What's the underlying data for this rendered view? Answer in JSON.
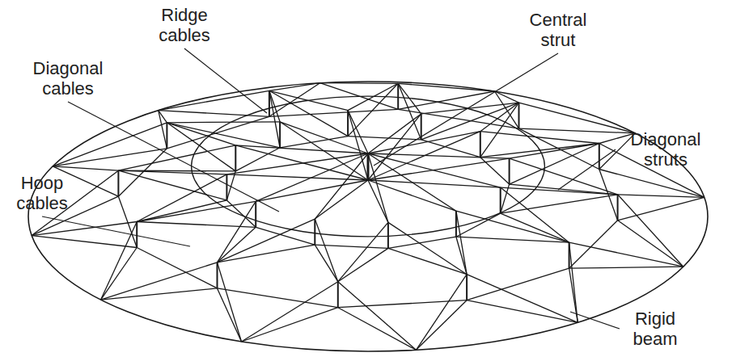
{
  "diagram": {
    "labels": [
      "Ridge cables",
      "Central strut",
      "Diagonal cables",
      "Diagonal struts",
      "Hoop cables",
      "Rigid beam"
    ]
  }
}
